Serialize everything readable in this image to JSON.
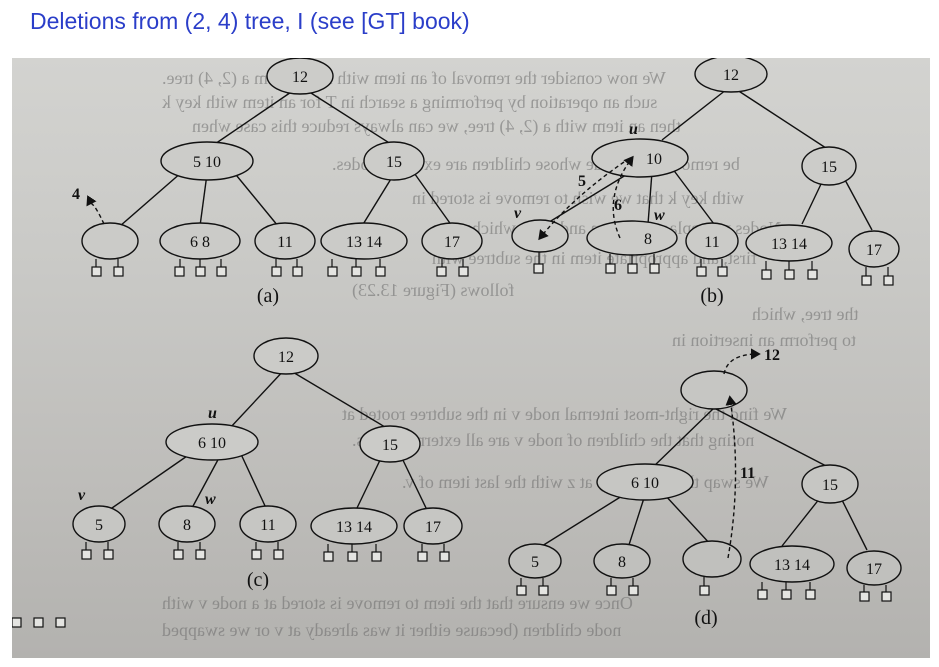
{
  "title": "Deletions from (2, 4) tree, I (see [GT] book)",
  "bleed_lines": [
    "We now consider the removal of an item with key k from a (2, 4) tree.",
    "such an operation by performing a search in T for an item with key k",
    "then an item with a (2, 4) tree, we can always reduce this case when",
    "be removed at a node whose children are external nodes.",
    "with key k that we wish to remove is stored in",
    "Nodes we replace the item and node which case,",
    "first, and appropriate item in the subtree with",
    "follows (Figure 13.23)",
    "the tree, which",
    "to perform an insertion in",
    "We find the right-most internal node v in the subtree rooted at",
    "noting that the children of node v are all external nodes.",
    "We swap the item (k, x) at z with the last item of v.",
    "Once we ensure that the item to remove is stored at a node v with",
    "node children (because either it was already at v or we swapped"
  ],
  "panels": {
    "a": {
      "caption": "(a)",
      "root": "12",
      "left": "5  10",
      "right": "15",
      "leaves": [
        "",
        "6  8",
        "11",
        "13 14",
        "17"
      ],
      "arrow_label": "4"
    },
    "b": {
      "caption": "(b)",
      "root": "12",
      "u_node": "10",
      "right": "15",
      "leaves": [
        "",
        "8",
        "11",
        "13 14",
        "17"
      ],
      "u": "u",
      "v": "v",
      "w": "w",
      "step_5": "5",
      "step_6": "6"
    },
    "c": {
      "caption": "(c)",
      "root": "12",
      "u_node": "6 10",
      "right": "15",
      "leaves": [
        "5",
        "8",
        "11",
        "13 14",
        "17"
      ],
      "u": "u",
      "v": "v",
      "w": "w"
    },
    "d": {
      "caption": "(d)",
      "root": "",
      "left": "6  10",
      "right": "15",
      "leaves": [
        "5",
        "8",
        "",
        "13 14",
        "17"
      ],
      "label_12": "12",
      "label_11": "11"
    }
  }
}
